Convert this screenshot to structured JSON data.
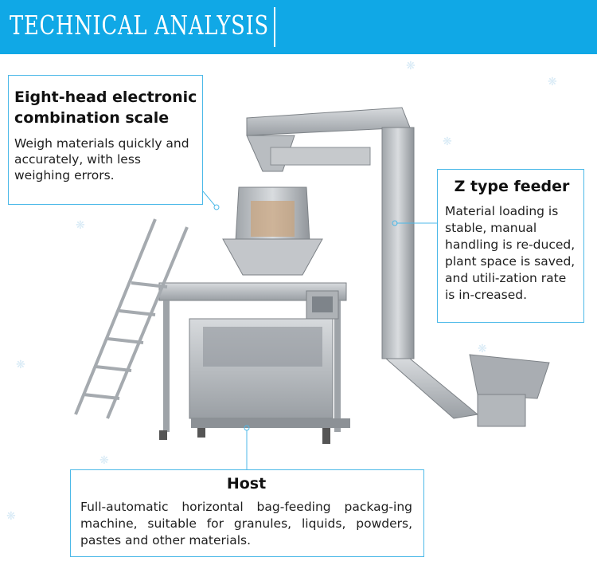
{
  "header": {
    "title": "TECHNICAL ANALYSIS"
  },
  "callouts": {
    "scale": {
      "title": "Eight-head electronic combination scale",
      "description": "Weigh materials quickly and accurately, with less weighing errors."
    },
    "feeder": {
      "title": "Z type feeder",
      "description": "Material loading is stable, manual handling is re-duced, plant space is saved, and utili-zation rate is in-creased."
    },
    "host": {
      "title": "Host",
      "description": "Full-automatic horizontal bag-feeding packag-ing machine, suitable for granules, liquids, powders, pastes and other materials."
    }
  },
  "colors": {
    "header_bg": "#10a8e6",
    "callout_border": "#4cb9e8",
    "machine_metal": "#b8bcc0"
  },
  "icons": [
    "watermark-logo-icon"
  ]
}
